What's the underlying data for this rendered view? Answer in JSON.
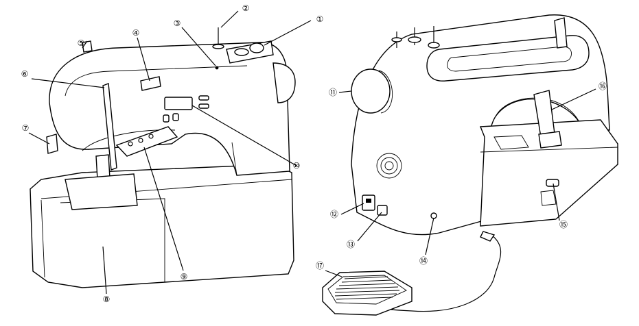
{
  "diagram": {
    "callouts": [
      {
        "id": "c1",
        "label": "①"
      },
      {
        "id": "c2",
        "label": "②"
      },
      {
        "id": "c3",
        "label": "③"
      },
      {
        "id": "c4",
        "label": "④"
      },
      {
        "id": "c5",
        "label": "⑤"
      },
      {
        "id": "c6",
        "label": "⑥"
      },
      {
        "id": "c7",
        "label": "⑦"
      },
      {
        "id": "c8",
        "label": "⑧"
      },
      {
        "id": "c9",
        "label": "⑨"
      },
      {
        "id": "c10",
        "label": "⑩"
      },
      {
        "id": "c11",
        "label": "⑪"
      },
      {
        "id": "c12",
        "label": "⑫"
      },
      {
        "id": "c13",
        "label": "⑬"
      },
      {
        "id": "c14",
        "label": "⑭"
      },
      {
        "id": "c15",
        "label": "⑮"
      },
      {
        "id": "c16",
        "label": "⑯"
      },
      {
        "id": "c17",
        "label": "⑰"
      }
    ]
  }
}
